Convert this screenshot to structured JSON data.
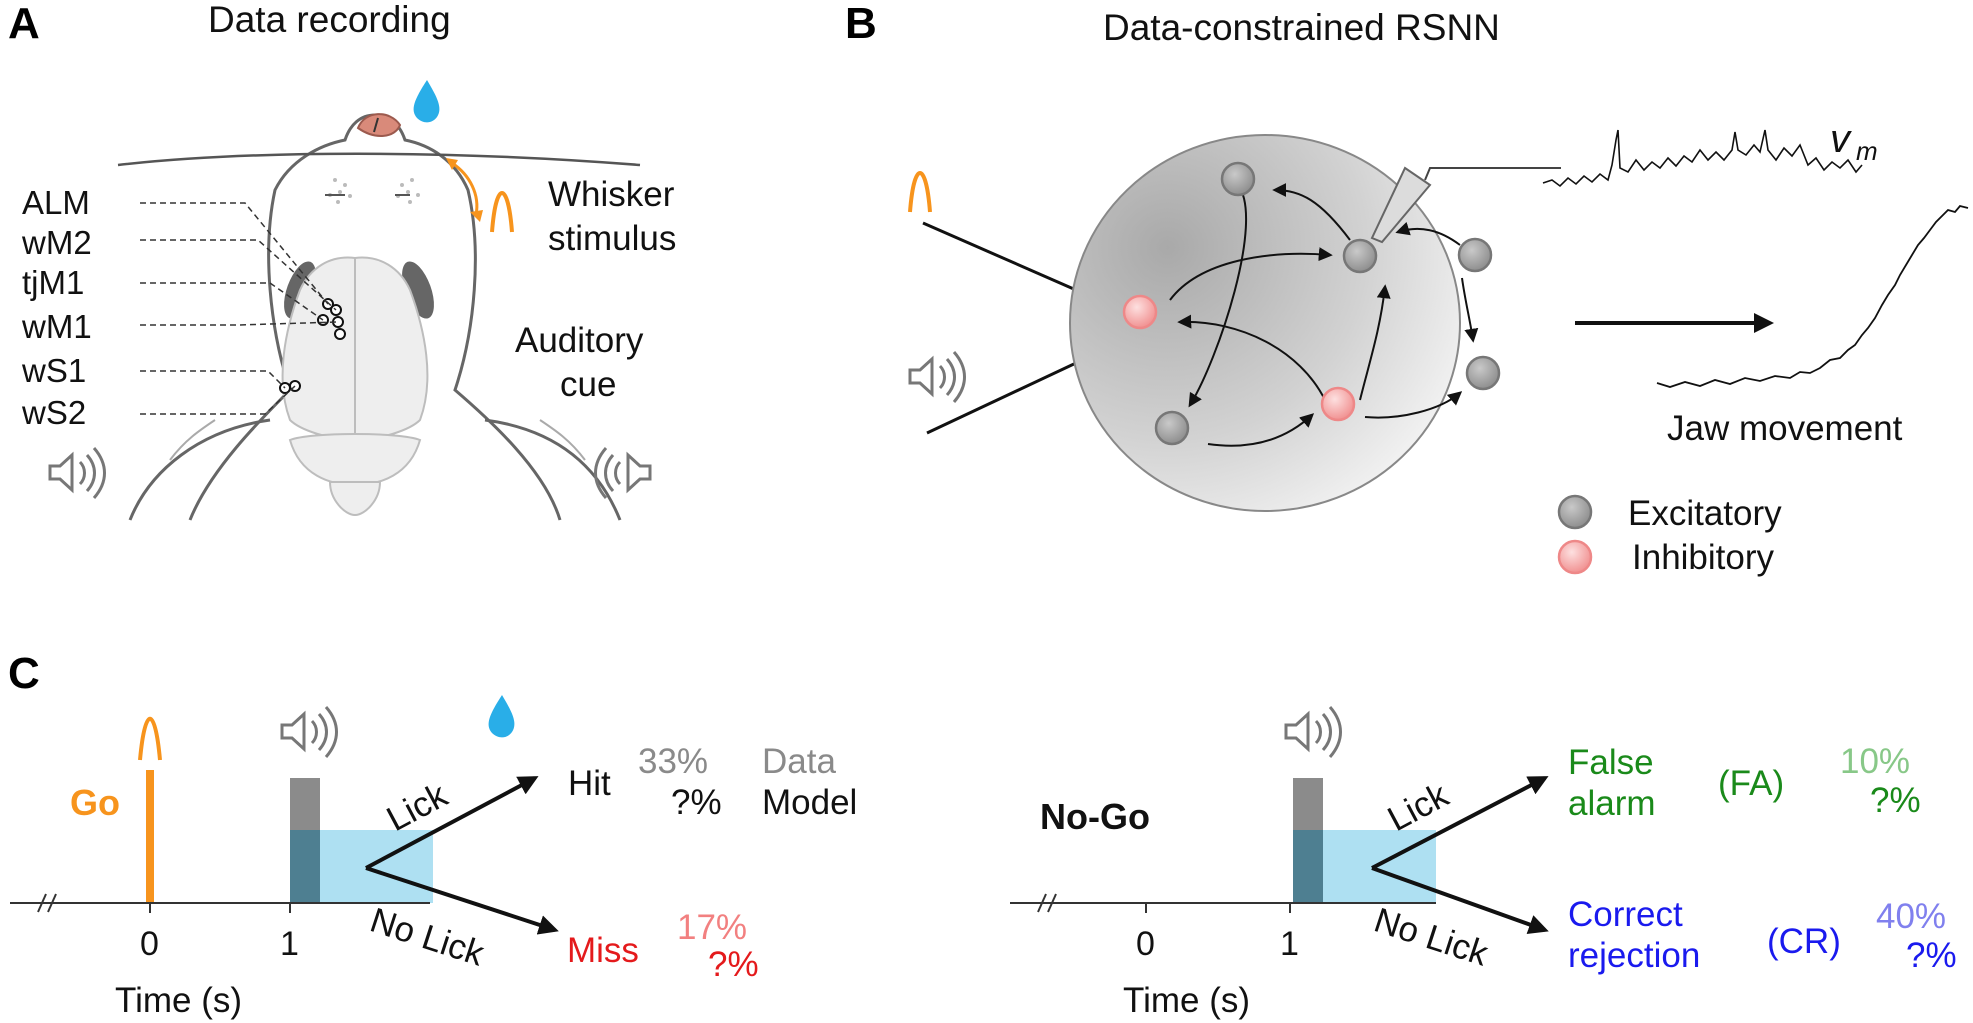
{
  "panels": {
    "a": {
      "letter": "A",
      "title": "Data recording"
    },
    "b": {
      "letter": "B",
      "title": "Data-constrained RSNN"
    },
    "c": {
      "letter": "C"
    }
  },
  "areas": [
    "ALM",
    "wM2",
    "tjM1",
    "wM1",
    "wS1",
    "wS2"
  ],
  "stimuli": {
    "whisker_line1": "Whisker",
    "whisker_line2": "stimulus",
    "auditory_line1": "Auditory",
    "auditory_line2": "cue"
  },
  "network": {
    "vm_label": "v",
    "vm_sub": "m",
    "output_label": "Jaw movement",
    "legend": {
      "excitatory": "Excitatory",
      "inhibitory": "Inhibitory"
    }
  },
  "task": {
    "go": {
      "label": "Go",
      "lick": "Lick",
      "no_lick": "No Lick",
      "hit": {
        "label": "Hit",
        "data": "33%",
        "model": "?%"
      },
      "miss": {
        "label": "Miss",
        "data": "17%",
        "model": "?%"
      },
      "legend_data": "Data",
      "legend_model": "Model"
    },
    "nogo": {
      "label": "No-Go",
      "lick": "Lick",
      "no_lick": "No Lick",
      "fa": {
        "line1": "False",
        "line2": "alarm",
        "abbr": "(FA)",
        "data": "10%",
        "model": "?%"
      },
      "cr": {
        "line1": "Correct",
        "line2": "rejection",
        "abbr": "(CR)",
        "data": "40%",
        "model": "?%"
      }
    },
    "axis": {
      "tick0": "0",
      "tick1": "1",
      "xlabel": "Time (s)"
    }
  },
  "colors": {
    "orange": "#f7941d",
    "excitatory": "#9a9a9a",
    "inhibitory": "#f4a0a0",
    "window": "#aee0f2",
    "go_color": "#f7941d",
    "miss_color": "#e41a1c",
    "miss_light": "#f28080",
    "fa_color": "#1a8a1a",
    "fa_light": "#88c888",
    "cr_color": "#1a1aee",
    "cr_light": "#8080ee",
    "data_gray": "#8a8a8a"
  }
}
